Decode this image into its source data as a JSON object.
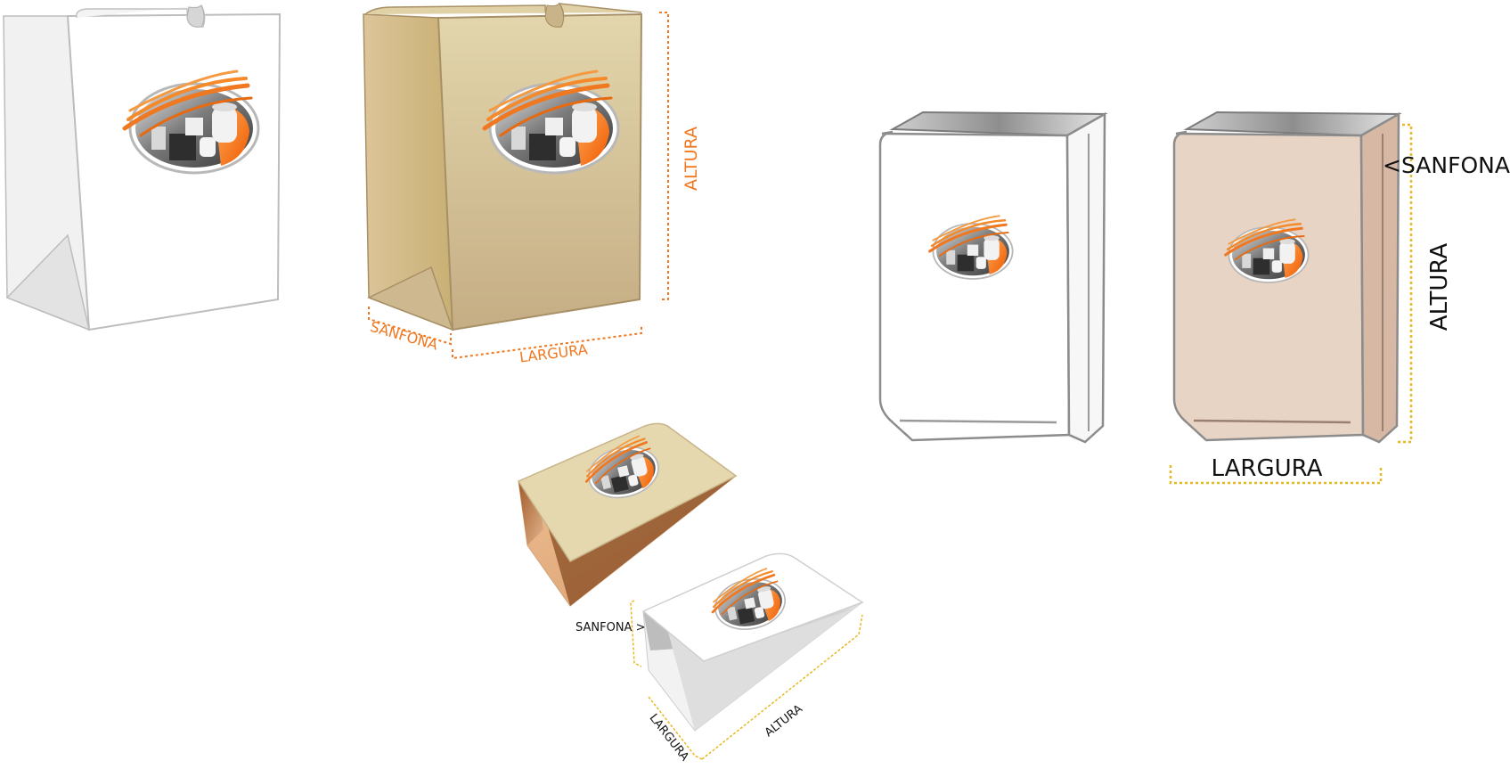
{
  "labels": {
    "bag2_altura": "ALTURA",
    "bag2_sanfona": "SANFONA",
    "bag2_largura": "LARGURA",
    "bag4_sanfona": "<SANFONA",
    "bag4_altura": "ALTURA",
    "bag4_largura": "LARGURA",
    "flat_sanfona": "SANFONA >",
    "flat_largura": "LARGURA",
    "flat_altura": "ALTURA"
  },
  "colors": {
    "dimension_orange": "#f07820",
    "dimension_yellow": "#e8b820",
    "kraft_light": "#e2d4a8",
    "kraft_dark": "#c4aa80",
    "pink_bag": "#e8d2c2",
    "outline_gray": "#8c8c8c"
  },
  "icons": {
    "logo": "shopping-bags-logo-icon"
  }
}
